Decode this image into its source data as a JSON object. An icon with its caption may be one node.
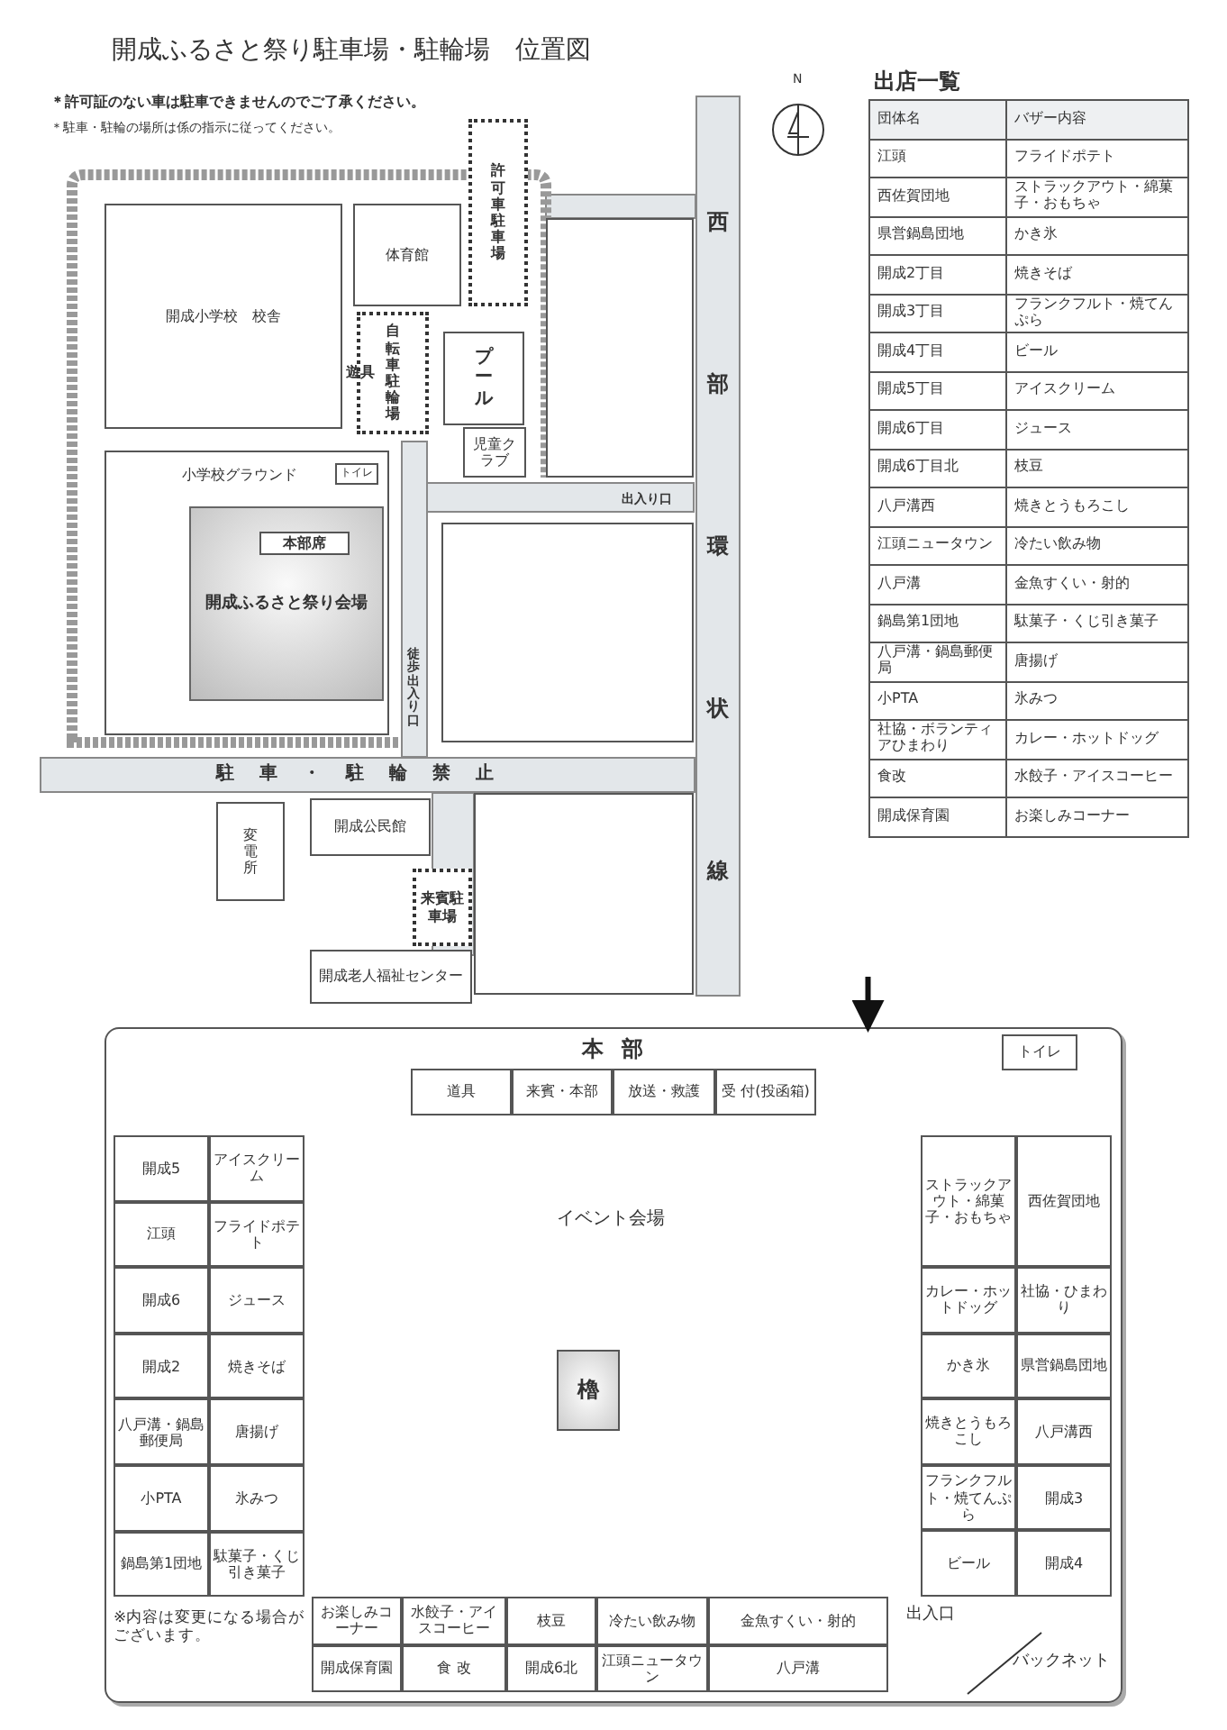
{
  "diagram": {
    "title": "開成ふるさと祭り駐車場・駐輪場　位置図",
    "nodes": [
      {
        "text": [
          "開成小学校　校舎"
        ]
      },
      {
        "text": [
          "体育館"
        ]
      },
      {
        "text": [
          "許可車駐車場"
        ]
      },
      {
        "text": [
          "自転車駐輪場"
        ]
      },
      {
        "text": [
          "プール"
        ]
      },
      {
        "text": [
          "児童クラブ"
        ]
      },
      {
        "text": [],
        "shape": "box"
      },
      {
        "text": [
          "小学校グラウンド"
        ]
      },
      {
        "text": [
          "トイレ"
        ],
        "in": 7
      },
      {
        "text": [
          "開成ふるさと祭り会場"
        ],
        "in": 7
      },
      {
        "text": [
          "本部席"
        ],
        "in": 9
      },
      {
        "text": [],
        "shape": "box"
      },
      {
        "text": [
          "西部環状線"
        ]
      },
      {
        "text": [
          "駐車・駐輪禁止"
        ]
      },
      {
        "text": [
          "変電所"
        ]
      },
      {
        "text": [
          "開成公民館"
        ]
      },
      {
        "text": [
          "来賓駐車場"
        ]
      },
      {
        "text": [
          "開成老人福祉センター"
        ]
      },
      {
        "text": [],
        "shape": "box"
      },
      {
        "text": [
          "イベント会場"
        ]
      },
      {
        "text": [
          "本部"
        ],
        "in": 19
      },
      {
        "text": [
          "道具"
        ],
        "in": 20
      },
      {
        "text": [
          "来賓・本部"
        ],
        "in": 20
      },
      {
        "text": [
          "放送・救護"
        ],
        "in": 20
      },
      {
        "text": [
          "受 付(投函箱)"
        ],
        "in": 20
      },
      {
        "text": [
          "トイレ"
        ],
        "in": 19
      },
      {
        "text": [
          "櫓"
        ],
        "in": 19
      },
      {
        "text": [
          "開成5"
        ],
        "in": 19
      },
      {
        "text": [
          "アイスクリーム"
        ],
        "in": 19
      },
      {
        "text": [
          "江頭"
        ],
        "in": 19
      },
      {
        "text": [
          "フライドポテト"
        ],
        "in": 19
      },
      {
        "text": [
          "開成6"
        ],
        "in": 19
      },
      {
        "text": [
          "ジュース"
        ],
        "in": 19
      },
      {
        "text": [
          "開成2"
        ],
        "in": 19
      },
      {
        "text": [
          "焼きそば"
        ],
        "in": 19
      },
      {
        "text": [
          "八戸溝・鍋島郵便局"
        ],
        "in": 19
      },
      {
        "text": [
          "唐揚げ"
        ],
        "in": 19
      },
      {
        "text": [
          "小PTA"
        ],
        "in": 19
      },
      {
        "text": [
          "氷みつ"
        ],
        "in": 19
      },
      {
        "text": [
          "鍋島第1団地"
        ],
        "in": 19
      },
      {
        "text": [
          "駄菓子・くじ引き菓子"
        ],
        "in": 19
      },
      {
        "text": [
          "ストラックアウト・綿菓子・おもちゃ"
        ],
        "in": 19
      },
      {
        "text": [
          "西佐賀団地"
        ],
        "in": 19
      },
      {
        "text": [
          "カレー・ホットドッグ"
        ],
        "in": 19
      },
      {
        "text": [
          "社協・ひまわり"
        ],
        "in": 19
      },
      {
        "text": [
          "かき氷"
        ],
        "in": 19
      },
      {
        "text": [
          "県営鍋島団地"
        ],
        "in": 19
      },
      {
        "text": [
          "焼きとうもろこし"
        ],
        "in": 19
      },
      {
        "text": [
          "八戸溝西"
        ],
        "in": 19
      },
      {
        "text": [
          "フランクフルト・焼てんぷら"
        ],
        "in": 19
      },
      {
        "text": [
          "開成3"
        ],
        "in": 19
      },
      {
        "text": [
          "ビール"
        ],
        "in": 19
      },
      {
        "text": [
          "開成4"
        ],
        "in": 19
      },
      {
        "text": [
          "お楽しみコーナー"
        ],
        "in": 19
      },
      {
        "text": [
          "水餃子・アイスコーヒー"
        ],
        "in": 19
      },
      {
        "text": [
          "枝豆"
        ],
        "in": 19
      },
      {
        "text": [
          "冷たい飲み物"
        ],
        "in": 19
      },
      {
        "text": [
          "金魚すくい・射的"
        ],
        "in": 19
      },
      {
        "text": [
          "開成保育園"
        ],
        "in": 19
      },
      {
        "text": [
          "食 改"
        ],
        "in": 19
      },
      {
        "text": [
          "開成6北"
        ],
        "in": 19
      },
      {
        "text": [
          "江頭ニュータウン"
        ],
        "in": 19
      },
      {
        "text": [
          "八戸溝"
        ],
        "in": 19
      }
    ],
    "edges": [
      {
        "from": null,
        "to": 19,
        "arrow": "to"
      }
    ],
    "labels": [
      "＊許可証のない車は駐車できませんのでご了承ください。",
      "＊駐車・駐輪の場所は係の指示に従ってください。",
      "N",
      "出店一覧",
      "遊具",
      "出入り口",
      "徒歩出入り口",
      "団体名",
      "バザー内容",
      "江頭",
      "フライドポテト",
      "西佐賀団地",
      "ストラックアウト・綿菓子・おもちゃ",
      "県営鍋島団地",
      "かき氷",
      "開成2丁目",
      "焼きそば",
      "開成3丁目",
      "フランクフルト・焼てんぷら",
      "開成4丁目",
      "ビール",
      "開成5丁目",
      "アイスクリーム",
      "開成6丁目",
      "ジュース",
      "開成6丁目北",
      "枝豆",
      "八戸溝西",
      "焼きとうもろこし",
      "江頭ニュータウン",
      "冷たい飲み物",
      "八戸溝",
      "金魚すくい・射的",
      "鍋島第1団地",
      "駄菓子・くじ引き菓子",
      "八戸溝・鍋島郵便局",
      "唐揚げ",
      "小PTA",
      "氷みつ",
      "社協・ボランティアひまわり",
      "カレー・ホットドッグ",
      "食改",
      "水餃子・アイスコーヒー",
      "開成保育園",
      "お楽しみコーナー",
      "出入口",
      "バックネット",
      "※内容は変更になる場合がございます。"
    ]
  }
}
